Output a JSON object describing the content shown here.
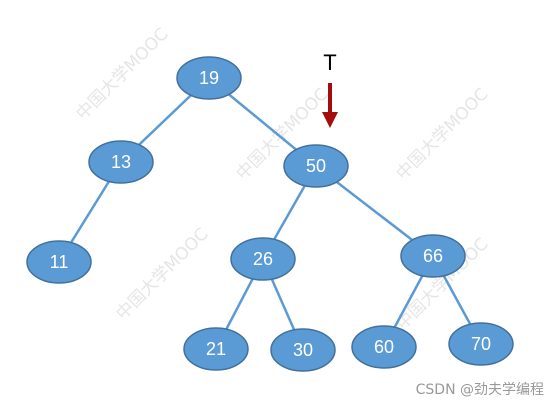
{
  "pointer": {
    "label": "T",
    "target": "50",
    "color": "#a50d0d"
  },
  "tree": {
    "node_fill": "#5b9bd5",
    "node_stroke": "#41719c",
    "edge_color": "#5b9bd5",
    "text_color": "#ffffff",
    "nodes": [
      "19",
      "13",
      "50",
      "11",
      "26",
      "66",
      "21",
      "30",
      "60",
      "70"
    ],
    "edges": [
      [
        "19",
        "13"
      ],
      [
        "19",
        "50"
      ],
      [
        "13",
        "11"
      ],
      [
        "50",
        "26"
      ],
      [
        "50",
        "66"
      ],
      [
        "26",
        "21"
      ],
      [
        "26",
        "30"
      ],
      [
        "66",
        "60"
      ],
      [
        "66",
        "70"
      ]
    ]
  },
  "watermark": {
    "text": "中国大学MOOC"
  },
  "credit": {
    "text": "CSDN @劲夫学编程"
  }
}
